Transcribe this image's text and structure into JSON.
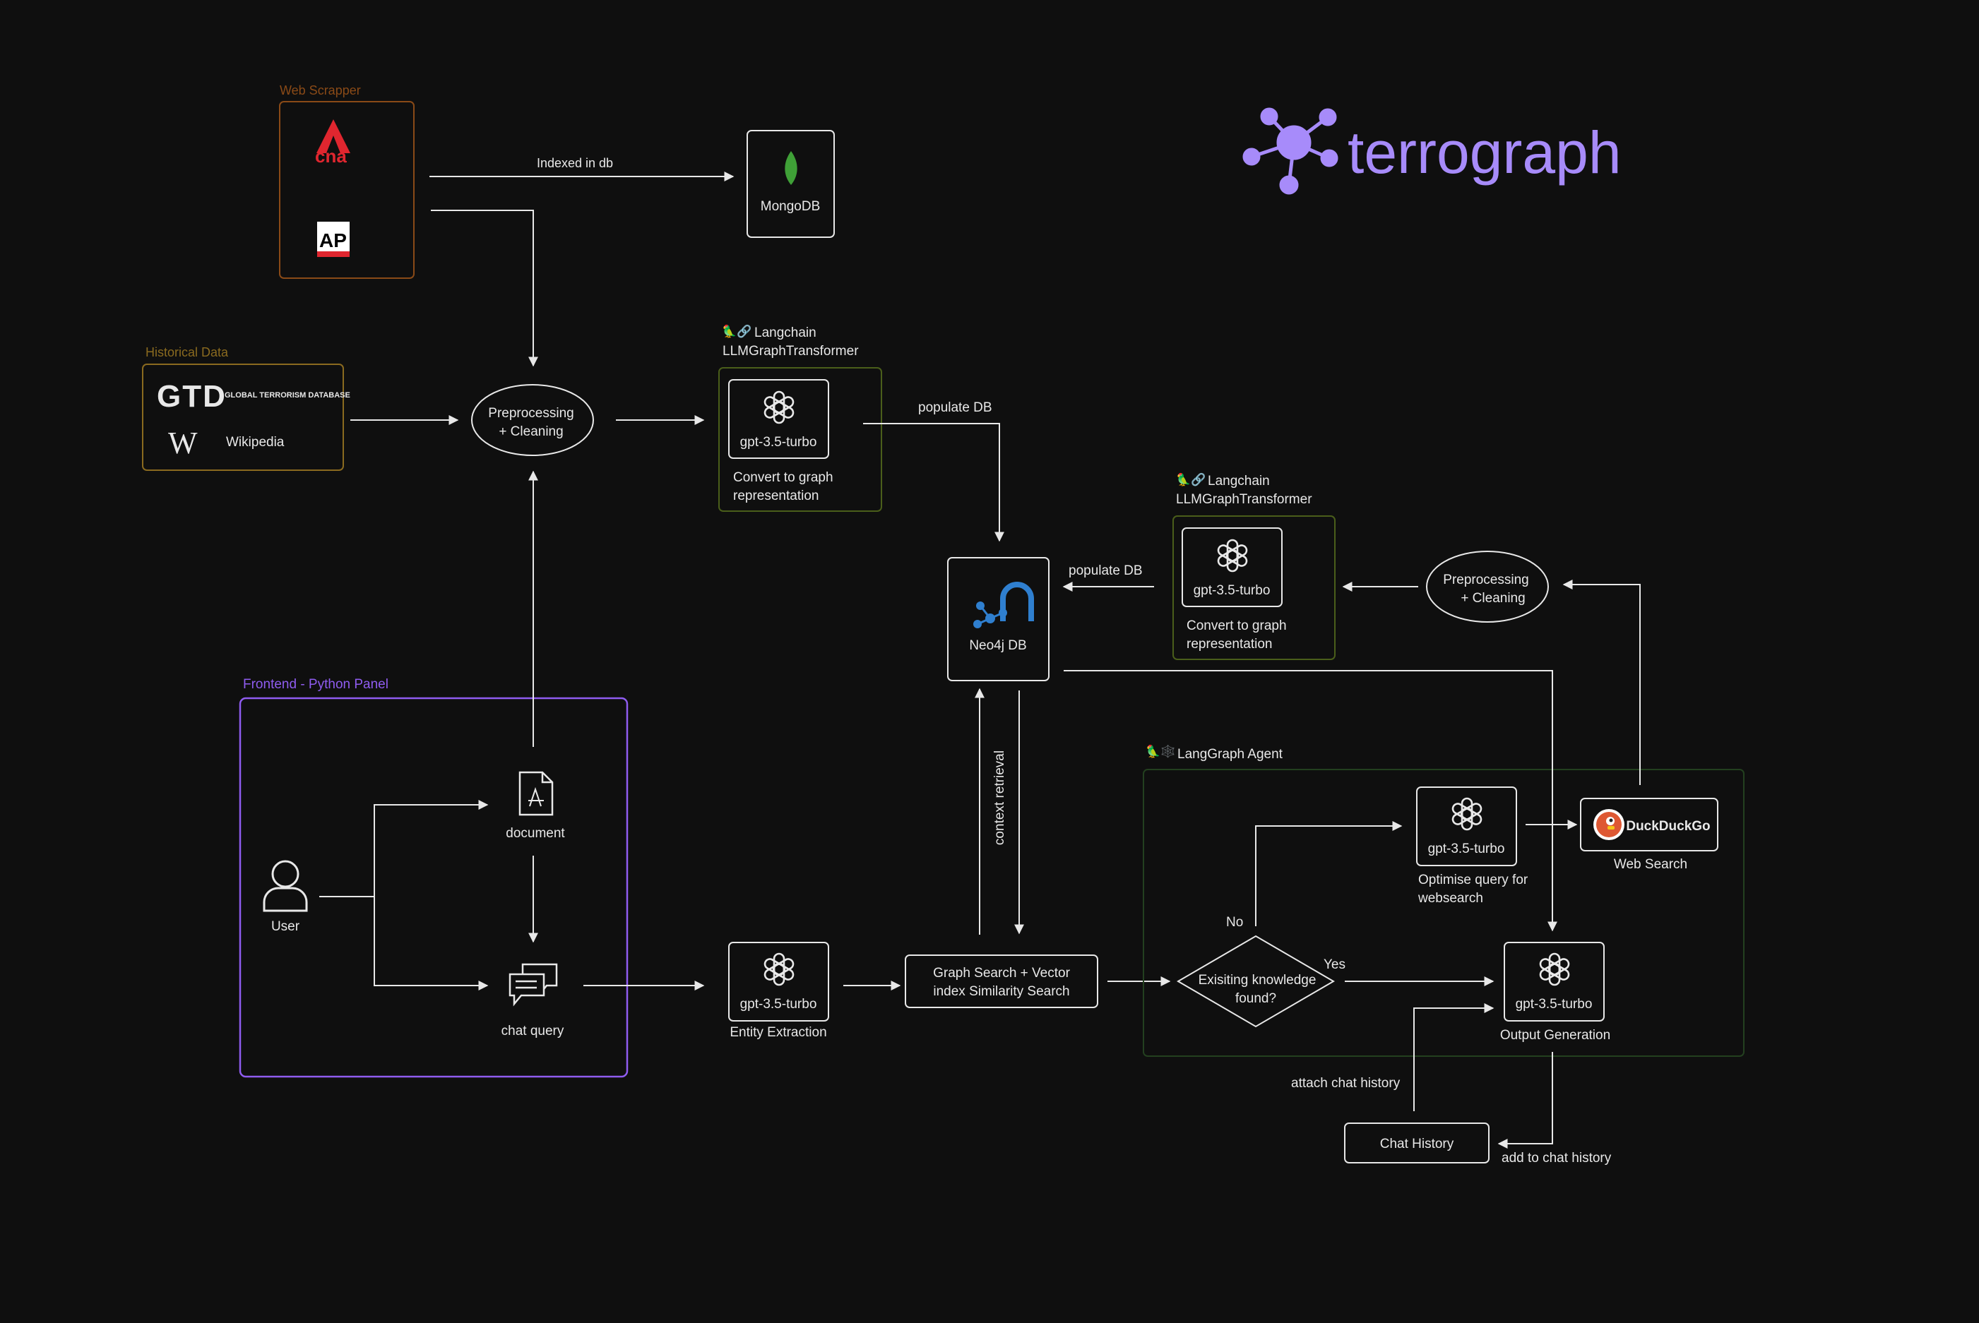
{
  "brand": {
    "name": "terrograph",
    "color": "#a78bfa"
  },
  "groups": {
    "web_scrapper": "Web Scrapper",
    "historical_data": "Historical Data",
    "frontend": "Frontend - Python Panel",
    "langchain_top": [
      "Langchain",
      "LLMGraphTransformer"
    ],
    "langchain_right": [
      "Langchain",
      "LLMGraphTransformer"
    ],
    "langgraph": "LangGraph Agent"
  },
  "sources": {
    "cna": "cna",
    "ap": "AP",
    "gtd": "GTD",
    "gtd_caption": "GLOBAL TERRORISM DATABASE",
    "wiki_glyph": "W",
    "wikipedia": "Wikipedia"
  },
  "nodes": {
    "mongodb": "MongoDB",
    "preproc_left": [
      "Preprocessing",
      "+ Cleaning"
    ],
    "preproc_right": [
      "Preprocessing",
      "+ Cleaning"
    ],
    "gpt_top": {
      "model": "gpt-3.5-turbo",
      "caption": [
        "Convert to graph",
        "representation"
      ]
    },
    "gpt_right": {
      "model": "gpt-3.5-turbo",
      "caption": [
        "Convert to graph",
        "representation"
      ]
    },
    "neo4j": "Neo4j DB",
    "document": "document",
    "user": "User",
    "chat_query": "chat query",
    "gpt_entity": {
      "model": "gpt-3.5-turbo",
      "caption": "Entity Extraction"
    },
    "graph_search": [
      "Graph Search + Vector",
      "index Similarity Search"
    ],
    "decision": [
      "Exisiting knowledge",
      "found?"
    ],
    "gpt_optimise": {
      "model": "gpt-3.5-turbo",
      "caption": [
        "Optimise query for",
        "websearch"
      ]
    },
    "duckduckgo": "DuckDuckGo",
    "web_search": "Web Search",
    "gpt_output": {
      "model": "gpt-3.5-turbo",
      "caption": "Output Generation"
    },
    "chat_history": "Chat History"
  },
  "edges": {
    "indexed_in_db": "Indexed in db",
    "populate_db_top": "populate DB",
    "populate_db_right": "populate DB",
    "context_retrieval": "context retrieval",
    "no": "No",
    "yes": "Yes",
    "attach_chat_history": "attach chat history",
    "add_to_chat_history": "add to chat history"
  },
  "colors": {
    "web_scrapper": "#8a4a17",
    "historical": "#8a6a1f",
    "frontend": "#8f5cf0",
    "langchain": "#4a5e1a",
    "langgraph": "#23401f",
    "line": "#e8e8e8",
    "cna_red": "#e0262f",
    "mongo_green": "#3fa037",
    "neo4j_blue": "#2f7fcf",
    "ddg_orange": "#de5833"
  }
}
